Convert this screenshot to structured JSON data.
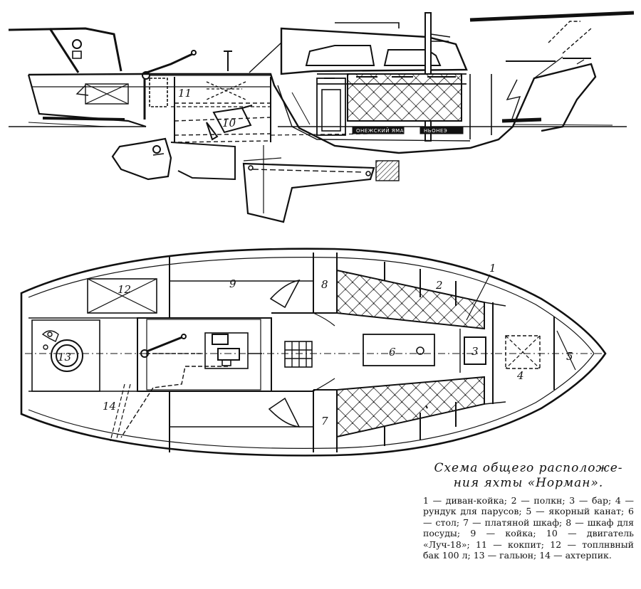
{
  "caption": {
    "title_line1": "Схема общего расположе-",
    "title_line2": "ния яхты «Норман».",
    "legend": "1 — диван-койка; 2 — полкн; 3 — бар; 4 — рундук для парусов; 5 — якорный канат; 6 — стол; 7 — платяной шкаф; 8 — шкаф для посуды; 9 — койка; 10 — двигатель «Луч-18»; 11 — кокпит; 12 — топлнвный бак 100 л; 13 — гальюн; 14 — ахтерпик."
  },
  "labels": {
    "n1": "1",
    "n2": "2",
    "n3": "3",
    "n4": "4",
    "n5": "5",
    "n6": "6",
    "n7": "7",
    "n8": "8",
    "n9": "9",
    "n10": "10",
    "n11": "11",
    "n12": "12",
    "n13": "13",
    "n14": "14"
  },
  "plates": {
    "p1": "ОНЕЖСКИЙ ЯМАН",
    "p2": "НЬОНЕЭ"
  },
  "colors": {
    "ink": "#111111",
    "paper": "#ffffff"
  }
}
